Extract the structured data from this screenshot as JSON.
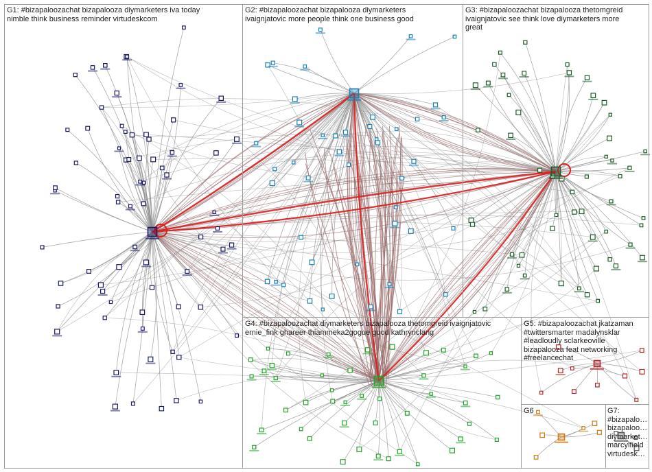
{
  "groups": [
    {
      "id": "G1",
      "label": "G1: #bizapaloozachat bizapalooza diymarketers iva today\nnimble think business reminder virtudeskcom",
      "color": "#1a1a66"
    },
    {
      "id": "G2",
      "label": "G2: #bizapaloozachat bizapalooza diymarketers\nivaignjatovic more people think one business good",
      "color": "#1b7fb8"
    },
    {
      "id": "G3",
      "label": "G3: #bizapaloozachat bizapalooza thetomgreid\nivaignjatovic see think love diymarketers more\ngreat",
      "color": "#1e5a2a"
    },
    {
      "id": "G4",
      "label": "G4: #bizapaloozachat diymarketers bizapalooza thetomgreid ivaignjatovic\nernie_fink ghareer thiammeka2gogue good kathrynclang",
      "color": "#22a32a"
    },
    {
      "id": "G5",
      "label": "G5: #bizapaloozachat jkatzaman\n#twittersmarter madalynsklar\n#leadloudly sclarkeoville\nbizapalooza feat networking\n#freelancechat",
      "color": "#b3262a"
    },
    {
      "id": "G6",
      "label": "G6",
      "color": "#d07a10"
    },
    {
      "id": "G7",
      "label": "G7:\n#bizapalo…\nbizapaloo…\ndiymarket…\nmarcylfield\nvirtudesk…",
      "color": "#555555"
    }
  ],
  "colors": {
    "edge": "#8f8f8f",
    "edge_strong": "#9a6a6a",
    "edge_highlight": "#dd1e1e",
    "border": "#9a9a9a"
  }
}
